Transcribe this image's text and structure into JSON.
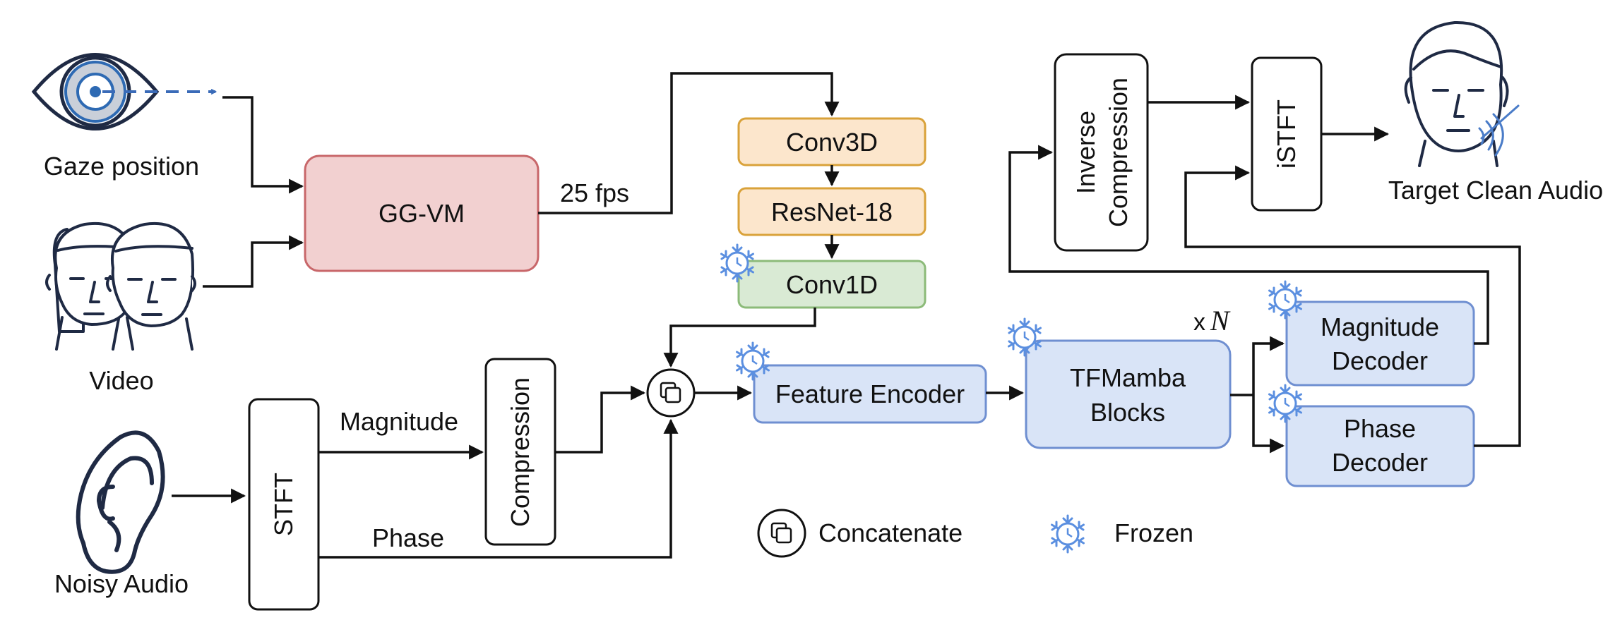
{
  "inputs": {
    "gaze": "Gaze position",
    "video": "Video",
    "noisy_audio": "Noisy Audio"
  },
  "output": {
    "target": "Target Clean Audio"
  },
  "blocks": {
    "ggvm": "GG-VM",
    "conv3d": "Conv3D",
    "resnet": "ResNet-18",
    "conv1d": "Conv1D",
    "stft": "STFT",
    "compression": "Compression",
    "feature_encoder": "Feature Encoder",
    "tfmamba_line1": "TFMamba",
    "tfmamba_line2": "Blocks",
    "mag_dec_line1": "Magnitude",
    "mag_dec_line2": "Decoder",
    "phase_dec_line1": "Phase",
    "phase_dec_line2": "Decoder",
    "inv_comp_line1": "Inverse",
    "inv_comp_line2": "Compression",
    "istft": "iSTFT"
  },
  "edge_labels": {
    "fps": "25 fps",
    "magnitude": "Magnitude",
    "phase": "Phase",
    "repeat_prefix": "x",
    "repeat_symbol": "N"
  },
  "legend": {
    "concatenate": "Concatenate",
    "frozen": "Frozen"
  },
  "colors": {
    "ggvm_fill": "#f2d0d0",
    "ggvm_stroke": "#c8676a",
    "visual_fill": "#fce6cc",
    "visual_stroke": "#d9a23a",
    "conv1d_fill": "#d9ead4",
    "conv1d_stroke": "#8cbb79",
    "blue_fill": "#d9e4f7",
    "blue_stroke": "#6f8fd1",
    "frozen_icon": "#5b8fe0"
  }
}
